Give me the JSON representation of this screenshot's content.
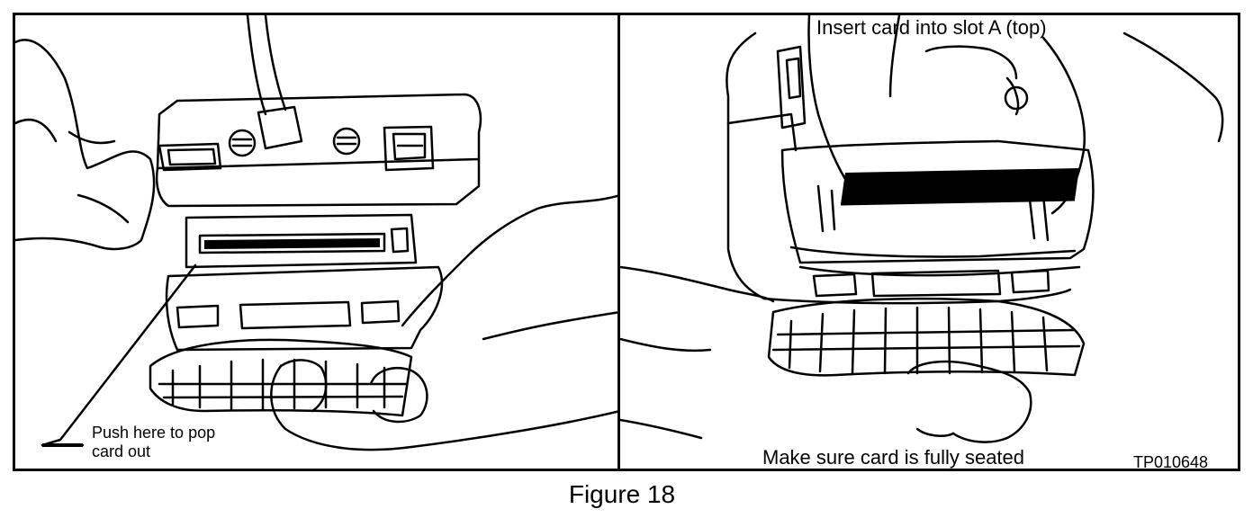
{
  "left_panel": {
    "caption": "Push here to pop card out"
  },
  "right_panel": {
    "caption_top": "Insert card into slot A (top)",
    "caption_bottom": "Make sure card is fully seated",
    "code": "TP010648"
  },
  "figure_title": "Figure 18"
}
